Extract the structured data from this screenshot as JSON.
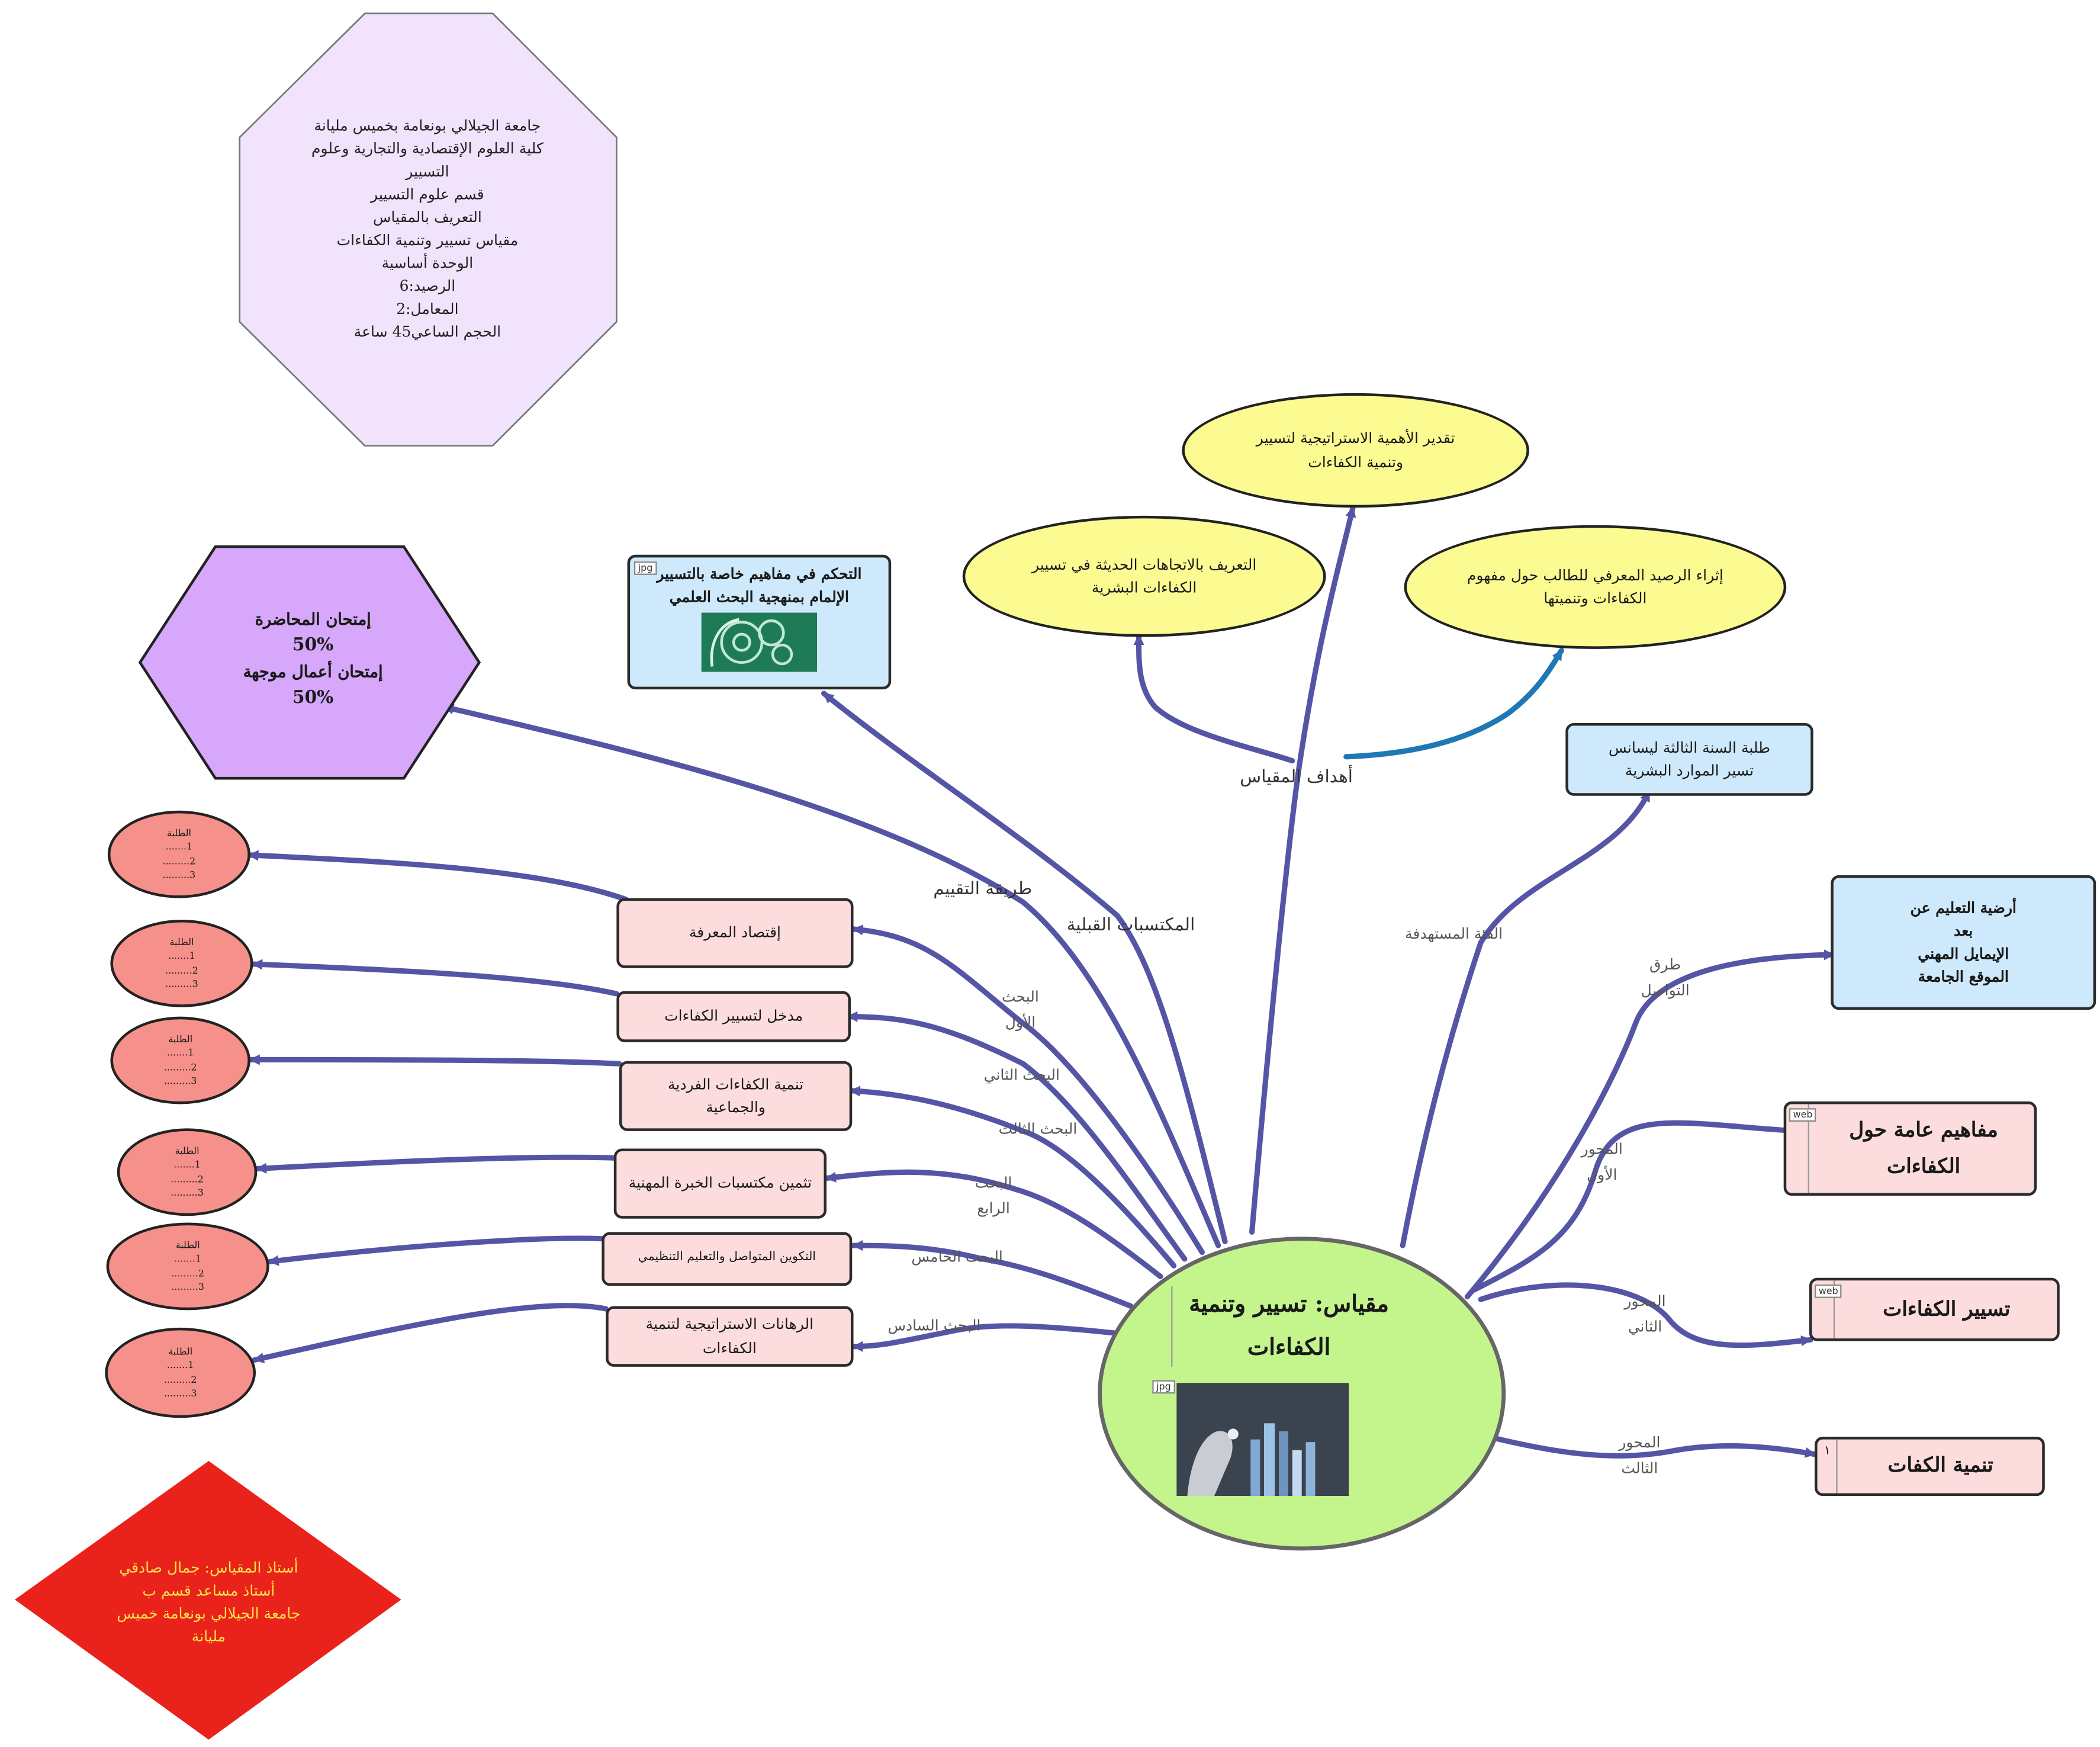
{
  "central": {
    "title": "مقياس: تسيير وتنمية الكفاءات",
    "image_tag": "jpg"
  },
  "info_octagon": {
    "lines": [
      "جامعة الجيلالي بونعامة بخميس مليانة",
      "كلية العلوم الإقتصادية والتجارية وعلوم التسيير",
      "قسم علوم التسيير",
      "التعريف بالمقياس",
      "مقياس تسيير وتنمية الكفاءات",
      "الوحدة أساسية",
      "الرصيد:6",
      "المعامل:2",
      "الحجم الساعي45 ساعة"
    ]
  },
  "evaluation": {
    "branch_label": "طريقة التقييم",
    "lines": [
      "إمتحان المحاضرة",
      "50%",
      "إمتحان أعمال موجهة",
      "50%"
    ]
  },
  "prerequisites": {
    "branch_label": "المكتسبات القبلية",
    "lines": [
      "التحكم في مفاهيم خاصة بالتسيير",
      "الإلمام بمنهجية البحث العلمي"
    ],
    "image_tag": "jpg"
  },
  "objectives": {
    "branch_label": "أهداف المقياس",
    "items": [
      "تقدير الأهمية الاستراتيجية لتسيير وتنمية الكفاءات",
      "التعريف بالاتجاهات الحديثة في تسيير الكفاءات البشرية",
      "إثراء الرصيد المعرفي للطالب حول مفهوم الكفاءات وتنميتها"
    ]
  },
  "audience": {
    "branch_label": "الفئة المستهدفة",
    "lines": [
      "طلبة السنة الثالثة ليسانس",
      "تسير الموارد البشرية"
    ]
  },
  "communication": {
    "branch_label": "طرق التواصل",
    "lines": [
      "أرضية التعليم عن",
      "بعد",
      "الإيمايل المهني",
      "الموقع الجامعة"
    ]
  },
  "axes": [
    {
      "label": "المحور الأول",
      "title": "مفاهيم عامة حول الكفاءات",
      "tag": "web"
    },
    {
      "label": "المحور الثاني",
      "title": "تسيير الكفاءات",
      "tag": "web"
    },
    {
      "label": "المحور الثالث",
      "title": "تنمية الكفات",
      "tag": "١"
    }
  ],
  "researches": [
    {
      "label": "البحث الأول",
      "title": "إقتصاد المعرفة"
    },
    {
      "label": "البحث الثاني",
      "title": "مدخل لتسيير الكفاءات"
    },
    {
      "label": "البحث الثالث",
      "title": "تنمية الكفاءات الفردية والجماعية"
    },
    {
      "label": "البحث الرابع",
      "title": "تثمين مكتسبات الخبرة المهنية"
    },
    {
      "label": "البحث الخامس",
      "title": "التكوين المتواصل والتعليم التنظيمي"
    },
    {
      "label": "البحث السادس",
      "title": "الرهانات الاستراتيجية لتنمية الكفاءات"
    }
  ],
  "student_bubble": {
    "heading": "الطلبة",
    "lines": [
      "1.......",
      "2.........",
      "3........."
    ]
  },
  "instructor": {
    "lines": [
      "أستاذ المقياس: جمال صادقي",
      "أستاذ مساعد قسم ب",
      "جامعة الجيلالي بونعامة خميس مليانة"
    ]
  },
  "colors": {
    "link": "#5555a5",
    "link_highlight": "#1f77b4",
    "central_fill": "#c4f58c",
    "octagon_fill": "#f0e3fb",
    "hexagon_fill": "#d6a7fb",
    "diamond_fill": "#e9231b",
    "diamond_text": "#ffe24a"
  }
}
